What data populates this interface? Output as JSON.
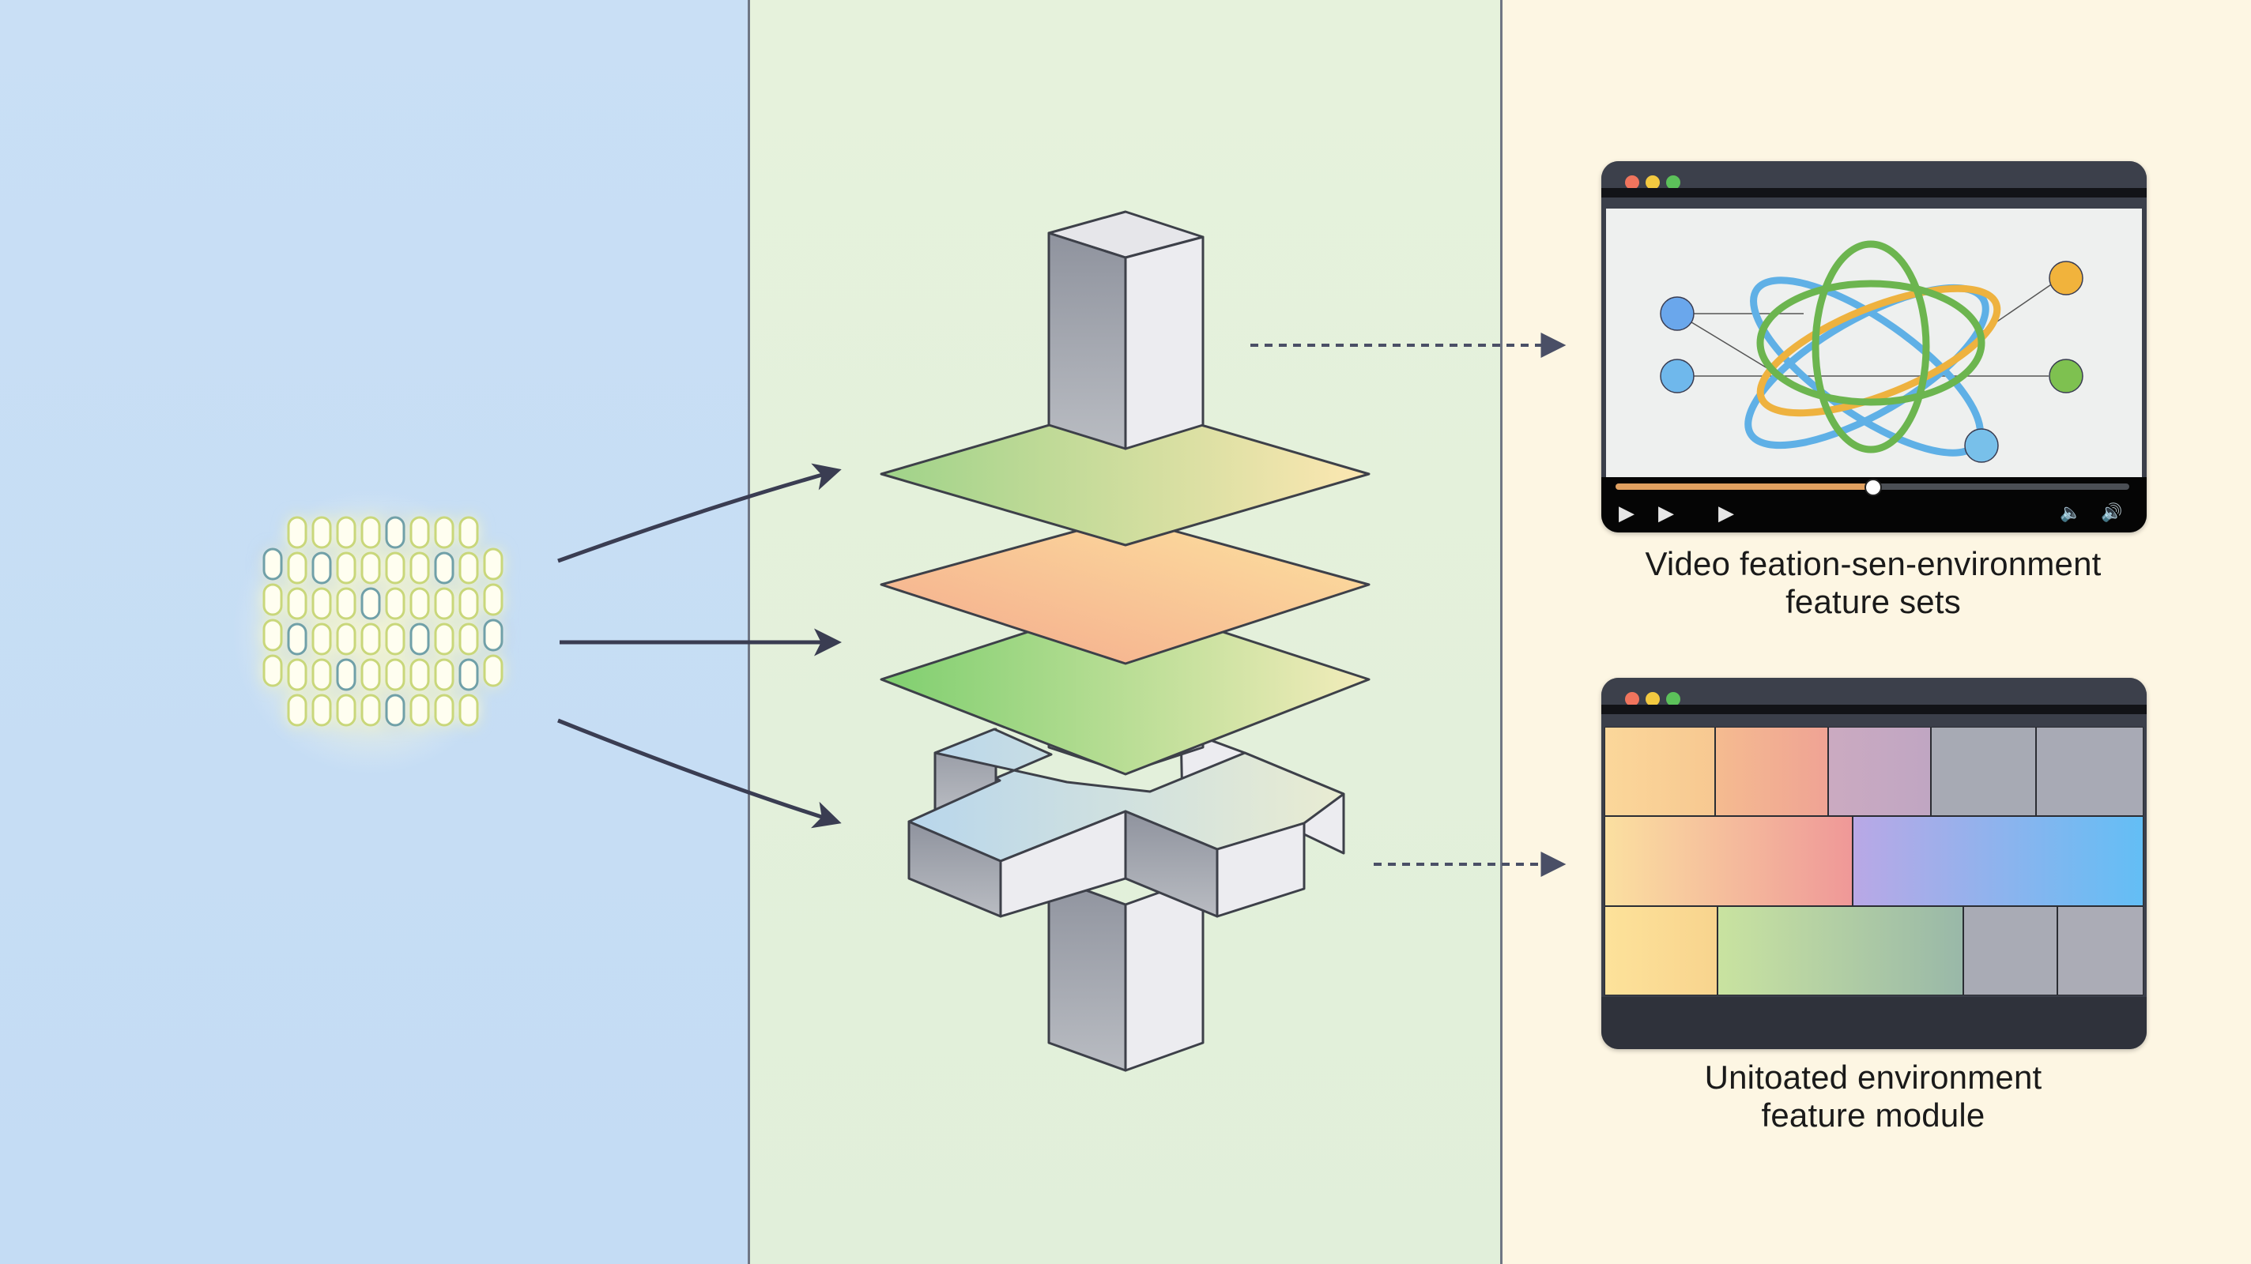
{
  "diagram": {
    "panels": [
      {
        "id": "input",
        "color": "#c7def5"
      },
      {
        "id": "model",
        "color": "#e4f1db"
      },
      {
        "id": "output",
        "color": "#fdf6e3"
      }
    ],
    "input_grid": {
      "name": "glowing-cell-grid",
      "columns": 8,
      "rows": 6,
      "glow_color": "#fffbd0",
      "outline_colors": [
        "#c9d77a",
        "#6fa0a8"
      ]
    },
    "input_arrows": {
      "count": 3,
      "color": "#3a3d52"
    },
    "layer_stack": {
      "pillar_top_face": "#e6e6ea",
      "pillar_left_face": "#9ea2ad",
      "pillar_right_face": "#ececf0",
      "layers": [
        {
          "name": "layer-1",
          "gradient": [
            "#9fd389",
            "#fde7b2"
          ]
        },
        {
          "name": "layer-2",
          "gradient": [
            "#f4a98c",
            "#fde3a0"
          ]
        },
        {
          "name": "layer-3",
          "gradient": [
            "#7fcf6f",
            "#f3ecbb"
          ]
        }
      ],
      "cross_top": [
        "#b8d6ec",
        "#e9ecd2"
      ]
    },
    "outputs": [
      {
        "caption_lines": [
          "Video feation-sen-environment",
          "feature sets"
        ],
        "window": {
          "traffic_lights": [
            "#f0745d",
            "#f3c940",
            "#5cc15a"
          ],
          "progress": 0.5,
          "progress_color": "#e0a060",
          "controls": [
            {
              "icon": "play-icon",
              "glyph": "▶"
            },
            {
              "icon": "play-icon",
              "glyph": "▶"
            },
            {
              "icon": "play-icon",
              "glyph": "▶"
            },
            {
              "icon": "volume-low-icon",
              "glyph": "🔈"
            },
            {
              "icon": "volume-high-icon",
              "glyph": "🔊"
            }
          ],
          "orbit_colors": {
            "blue": "#5fb0e6",
            "green": "#6cb54f",
            "orange": "#eeb23f"
          },
          "nodes": [
            {
              "side": "left",
              "color": "#6aa7ec"
            },
            {
              "side": "left",
              "color": "#6fb8ec"
            },
            {
              "side": "right",
              "color": "#f1b33c"
            },
            {
              "side": "right",
              "color": "#7ec150"
            },
            {
              "side": "bottom",
              "color": "#78c0ea"
            }
          ]
        }
      },
      {
        "caption_lines": [
          "Unitoated environment",
          "feature module"
        ],
        "window": {
          "traffic_lights": [
            "#f0745d",
            "#f3c940",
            "#5cc15a"
          ],
          "rows": [
            [
              {
                "span": 0.205,
                "gradient": [
                  "#fbd79a",
                  "#f7c891"
                ]
              },
              {
                "span": 0.21,
                "gradient": [
                  "#f5bb90",
                  "#efa394"
                ]
              },
              {
                "span": 0.19,
                "gradient": [
                  "#cbaac1",
                  "#c0a6c2"
                ]
              },
              {
                "span": 0.195,
                "gradient": [
                  "#a7aab4",
                  "#a7aab4"
                ]
              },
              {
                "span": 0.2,
                "gradient": [
                  "#a8aab5",
                  "#a8aab5"
                ]
              }
            ],
            [
              {
                "span": 0.46,
                "gradient": [
                  "#fbe0a0",
                  "#ef9898"
                ]
              },
              {
                "span": 0.54,
                "gradient": [
                  "#b9a8e6",
                  "#63bef5"
                ]
              }
            ],
            [
              {
                "span": 0.21,
                "gradient": [
                  "#fde29a",
                  "#f8d48e"
                ]
              },
              {
                "span": 0.455,
                "gradient": [
                  "#c9e3a0",
                  "#99b8a8"
                ]
              },
              {
                "span": 0.175,
                "gradient": [
                  "#a9abb5",
                  "#a9abb5"
                ]
              },
              {
                "span": 0.16,
                "gradient": [
                  "#abacb6",
                  "#abacb6"
                ]
              }
            ]
          ]
        }
      }
    ],
    "connector_color": "#4a4f66"
  }
}
